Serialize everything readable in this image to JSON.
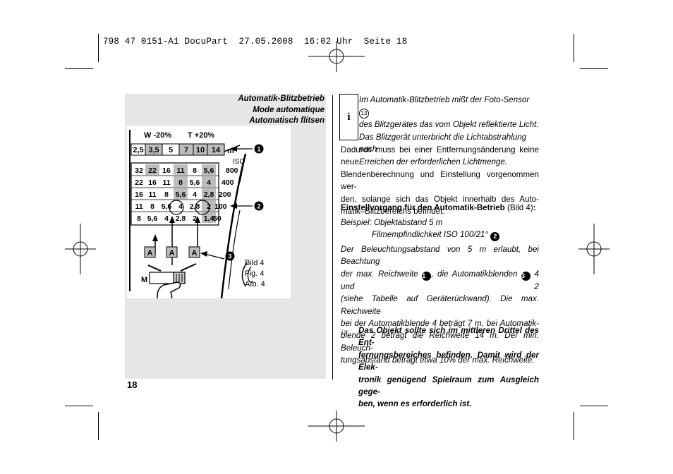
{
  "header": {
    "file": "798 47 0151-A1 DocuPart",
    "date": "27.05.2008",
    "time": "16:02 Uhr",
    "page": "Seite 18"
  },
  "left": {
    "headings": [
      "Automatik-Blitzbetrieb",
      "Mode automatique",
      "Automatisch flitsen"
    ],
    "page_number": "18",
    "figure_caption": [
      "Bild 4",
      "Fig. 4",
      "Afb. 4"
    ]
  },
  "diagram": {
    "zoom_left": "W -20%",
    "zoom_right": "T +20%",
    "range_row": [
      "2,5",
      "3,5",
      "5",
      "7",
      "10",
      "14"
    ],
    "range_unit": "m",
    "iso_label": "ISO",
    "aperture_rows": [
      [
        "32",
        "22",
        "16",
        "11",
        "8",
        "5,6"
      ],
      [
        "22",
        "16",
        "11",
        "8",
        "5,6",
        "4"
      ],
      [
        "16",
        "11",
        "8",
        "5,6",
        "4",
        "2,8"
      ],
      [
        "11",
        "8",
        "5,6",
        "4",
        "2,8",
        "2"
      ],
      [
        "8",
        "5,6",
        "4",
        "2,8",
        "2",
        "1,4"
      ]
    ],
    "iso_values": [
      "800",
      "400",
      "200",
      "100",
      "50"
    ],
    "auto_labels": [
      "A",
      "A",
      "A"
    ],
    "mode_label": "M",
    "callouts": [
      "1",
      "2",
      "3"
    ]
  },
  "right": {
    "info_icon": "i",
    "info_lines": [
      "Im Automatik-Blitzbetrieb mißt der Foto-Sensor",
      "des Blitzgerätes das vom Objekt reflektierte Licht.",
      "Das Blitzgerät unterbricht die Lichtabstrahlung nach",
      "Erreichen der erforderlichen Lichtmenge."
    ],
    "info_ref": "13",
    "para1": [
      "Dadurch muss bei einer Entfernungsänderung keine neue",
      "Blendenberechnung und Einstellung vorgenommen wer-",
      "den, solange sich das Objekt innerhalb des Auto-",
      "matik–Blitzbereichs befindet."
    ],
    "heading2_bold": "Einstellvorgang für den Automatik-Betrieb",
    "heading2_normal": " (Bild 4)",
    "heading2_colon": ":",
    "example1": "Beispiel: Objektabstand 5 m",
    "example2": "Filmempfindlichkeit ISO 100/21°",
    "para2_lines": [
      "Der Beleuchtungsabstand von 5 m erlaubt, bei Beachtung",
      "der max. Reichweite",
      ", die Automatikblenden",
      " 4 und 2",
      "(siehe Tabelle auf Geräterückwand). Die max. Reichweite",
      "bei der Automatikblende 4 beträgt 7 m, bei Automatik-",
      "blende 2 beträgt die Reichweite 14 m. Der min. Beleuch-",
      "tungsabstand beträgt etwa 10% der max. Reichweite."
    ],
    "note_lines": [
      "Das Objekt sollte sich im mittleren Drittel des Ent-",
      "fernungsbereiches befinden. Damit wird der Elek-",
      "tronik genügend Spielraum zum Ausgleich gege-",
      "ben, wenn es erforderlich ist."
    ],
    "note_icon": "☞"
  }
}
